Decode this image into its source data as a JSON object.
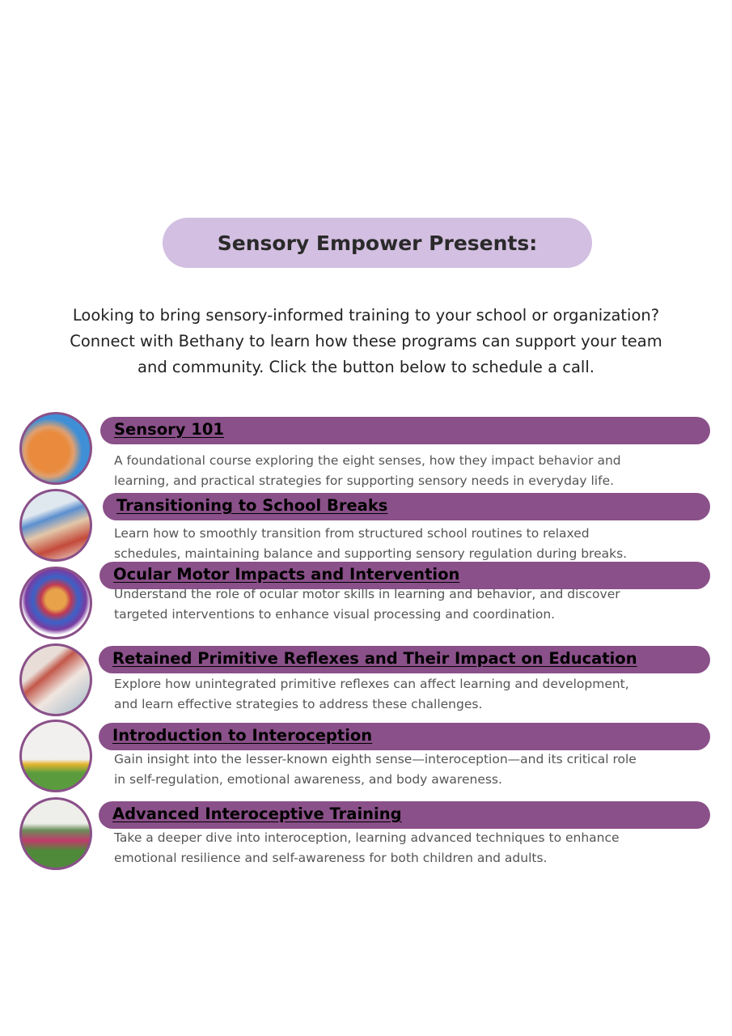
{
  "header": {
    "title": "Sensory Empower Presents:"
  },
  "intro": {
    "lines": [
      "Looking to bring sensory-informed training to your school or organization?",
      "Connect with Bethany to learn how these programs can support your team",
      "and community. Click the button below to schedule a call."
    ]
  },
  "colors": {
    "accent": "#8a5089",
    "pill": "#d3bfe1"
  },
  "courses": [
    {
      "title": "Sensory 101",
      "image": "kinetic-sand-hands-photo",
      "desc": [
        "A foundational course exploring the eight senses, how they impact behavior and",
        "learning, and practical strategies for supporting sensory needs in everyday life."
      ]
    },
    {
      "title": "Transitioning to School Breaks",
      "image": "classroom-teacher-photo",
      "desc": [
        "Learn how to smoothly transition from structured school routines to relaxed",
        "schedules, maintaining balance and supporting sensory regulation during breaks."
      ]
    },
    {
      "title": "Ocular Motor Impacts and Intervention",
      "image": "brain-model-photo",
      "desc": [
        "Understand the role of ocular motor skills in learning and behavior, and discover",
        "targeted interventions to enhance visual processing and coordination."
      ]
    },
    {
      "title": "Retained Primitive Reflexes and Their Impact on Education",
      "image": "child-therapy-photo",
      "desc": [
        "Explore how unintegrated primitive reflexes can affect learning and development,",
        "and learn effective strategies to address these challenges."
      ]
    },
    {
      "title": "Introduction to Interoception",
      "image": "children-stretching-photo",
      "desc": [
        "Gain insight into the lesser-known eighth sense—interoception—and its critical role",
        "in self-regulation, emotional awareness, and body awareness."
      ]
    },
    {
      "title": "Advanced Interoceptive Training",
      "image": "kids-playing-soccer-photo",
      "desc": [
        "Take a deeper dive into interoception, learning advanced techniques to enhance",
        "emotional resilience and self-awareness for both children and adults."
      ]
    }
  ]
}
